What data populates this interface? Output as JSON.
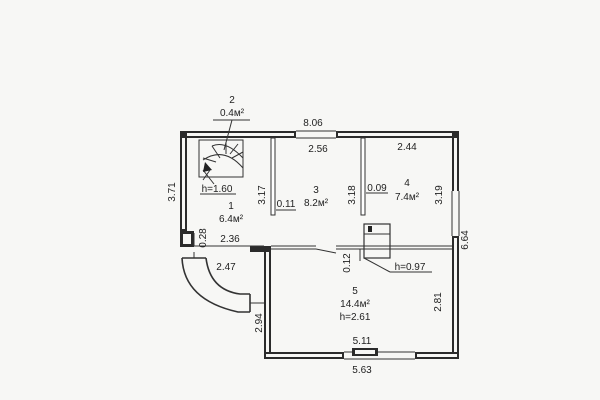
{
  "rooms": [
    {
      "id": "room-2",
      "number": "2",
      "area": "0.4м²"
    },
    {
      "id": "room-1",
      "number": "1",
      "area": "6.4м²"
    },
    {
      "id": "room-3",
      "number": "3",
      "area": "8.2м²"
    },
    {
      "id": "room-4",
      "number": "4",
      "area": "7.4м²"
    },
    {
      "id": "room-5",
      "number": "5",
      "area": "14.4м²",
      "height": "h=2.61"
    }
  ],
  "heights": {
    "stair": "h=1.60",
    "under": "h=0.97"
  },
  "dimensions": {
    "top_total": "8.06",
    "top_room3": "2.56",
    "top_room4": "2.44",
    "left_total": "3.71",
    "room1_right": "3.17",
    "room3_partition": "0.11",
    "room3_right": "3.18",
    "room4_partition": "0.09",
    "room4_right": "3.19",
    "right_total": "6.64",
    "room1_niche": "0.28",
    "room1_width": "2.36",
    "corridor_width": "2.47",
    "hall_step": "0.12",
    "hall_left": "2.94",
    "hall_width_inner": "5.11",
    "hall_right": "2.81",
    "bottom_total": "5.63"
  }
}
